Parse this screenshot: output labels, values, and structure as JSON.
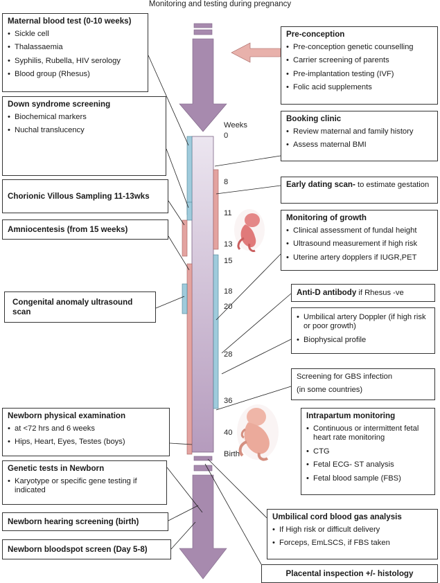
{
  "title": "Monitoring and testing during pregnancy",
  "weeks_label": "Weeks",
  "week_ticks": [
    "0",
    "8",
    "11",
    "13",
    "15",
    "18",
    "20",
    "28",
    "36",
    "40",
    "Birth"
  ],
  "colors": {
    "timeline": "#a78aae",
    "bar_light": "#e8e2ee",
    "blue": "#9fcbdc",
    "pink": "#e3a3a0",
    "arrow_pre": "#e8b1ab"
  },
  "icons": [
    "fetus-small-icon",
    "fetus-large-icon"
  ],
  "boxes": {
    "maternal_blood": {
      "title": "Maternal blood test (0-10 weeks)",
      "items": [
        "Sickle cell",
        "Thalassaemia",
        "Syphilis, Rubella, HIV serology",
        "Blood group (Rhesus)"
      ]
    },
    "down_syndrome": {
      "title": "Down syndrome screening",
      "items": [
        "Biochemical markers",
        "Nuchal translucency"
      ]
    },
    "cvs": {
      "title": "Chorionic Villous Sampling 11-13wks"
    },
    "amnio": {
      "title": "Amniocentesis (from 15 weeks)"
    },
    "anomaly": {
      "title": "Congenital anomaly ultrasound scan"
    },
    "newborn_exam": {
      "title": "Newborn physical examination",
      "items": [
        "at <72 hrs and 6 weeks",
        "Hips, Heart, Eyes, Testes (boys)"
      ]
    },
    "genetic": {
      "title": "Genetic tests in Newborn",
      "items": [
        "Karyotype or specific gene testing if indicated"
      ]
    },
    "hearing": {
      "title": "Newborn hearing screening (birth)"
    },
    "bloodspot": {
      "title": "Newborn bloodspot screen (Day 5-8)"
    },
    "preconception": {
      "title": "Pre-conception",
      "items": [
        "Pre-conception genetic counselling",
        "Carrier screening of parents",
        "Pre-implantation testing (IVF)",
        "Folic acid supplements"
      ]
    },
    "booking": {
      "title": "Booking clinic",
      "items": [
        "Review maternal and family history",
        "Assess maternal BMI"
      ]
    },
    "dating": {
      "title": "Early dating scan-",
      "rest": " to estimate gestation"
    },
    "growth": {
      "title": "Monitoring of growth",
      "items": [
        "Clinical assessment of fundal height",
        "Ultrasound measurement if high risk",
        "Uterine artery dopplers if IUGR,PET"
      ]
    },
    "antid": {
      "title": "Anti-D antibody",
      "rest": " if Rhesus -ve"
    },
    "doppler": {
      "items": [
        "Umbilical artery Doppler (if high risk or poor growth)",
        "Biophysical profile"
      ]
    },
    "gbs": {
      "lines": [
        "Screening for GBS infection",
        "(in some countries)"
      ]
    },
    "intrapartum": {
      "title": "Intrapartum monitoring",
      "items": [
        "Continuous or intermittent fetal heart rate monitoring",
        "CTG",
        "Fetal ECG- ST analysis",
        "Fetal blood sample (FBS)"
      ]
    },
    "cordgas": {
      "title": "Umbilical cord blood gas analysis",
      "items": [
        "If High risk or difficult delivery",
        "Forceps, EmLSCS, if FBS taken"
      ]
    },
    "placenta": {
      "title": "Placental inspection +/- histology"
    }
  }
}
